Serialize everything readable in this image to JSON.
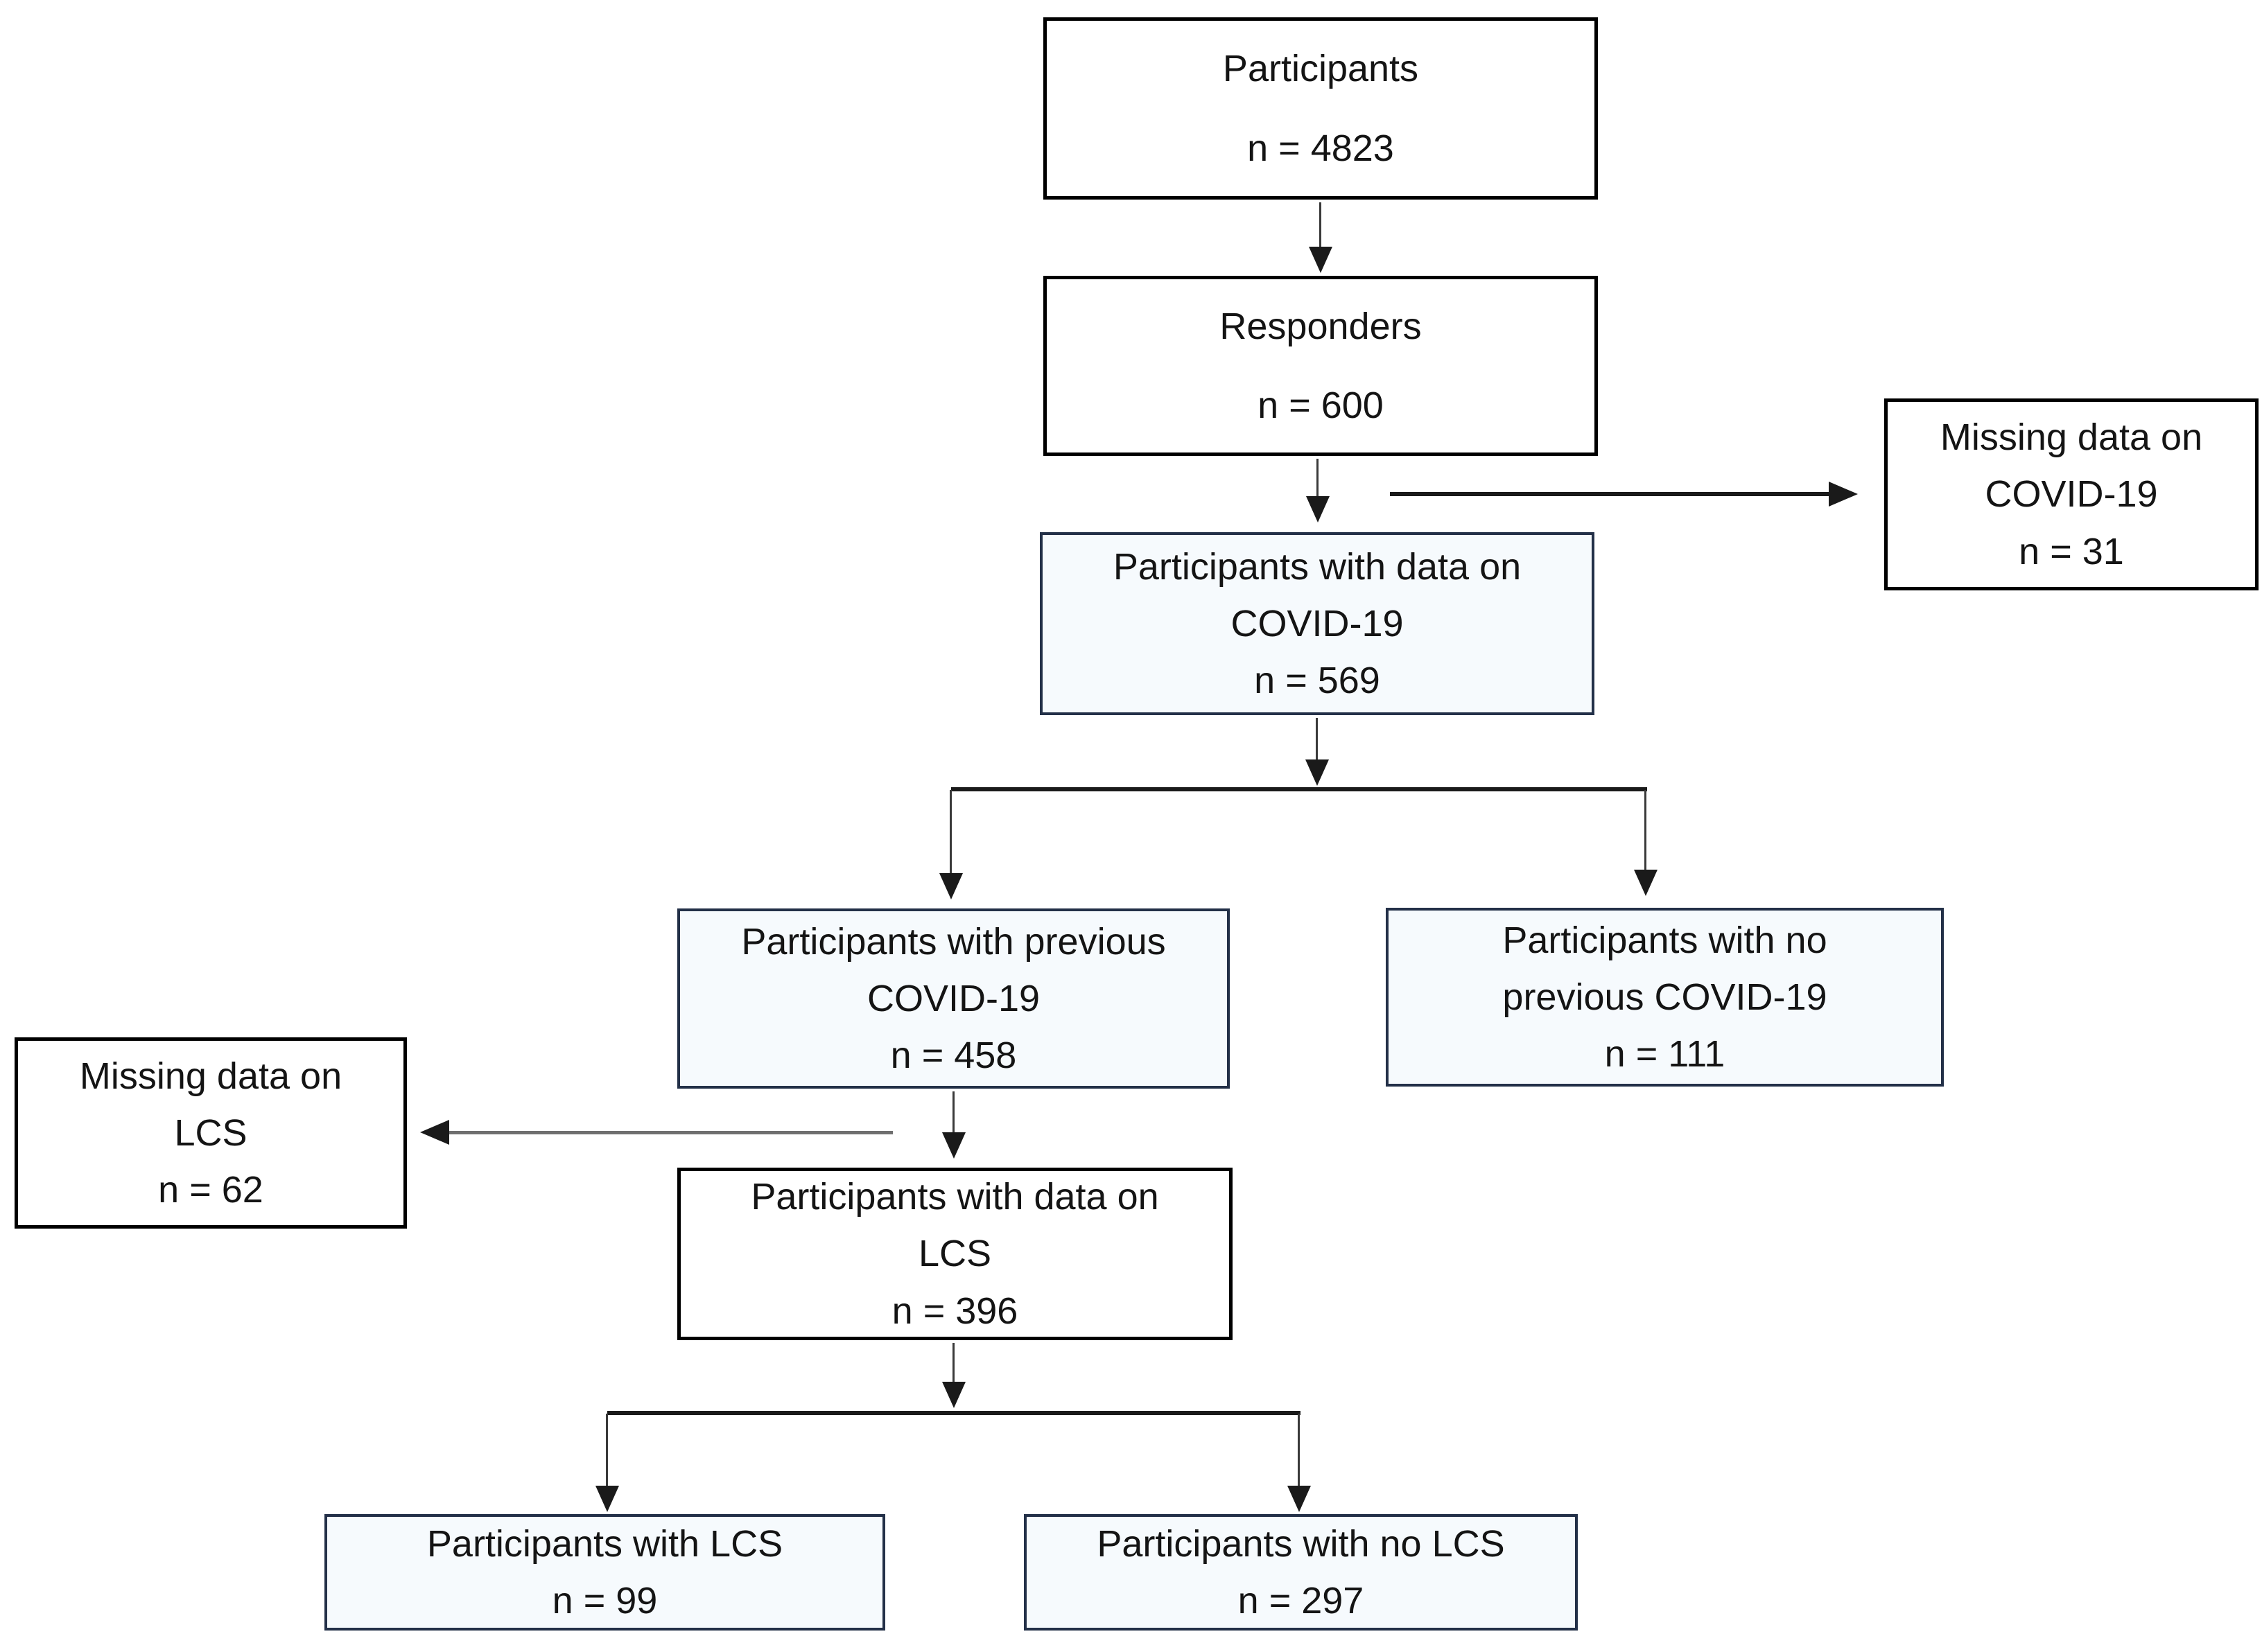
{
  "diagram": {
    "type": "flowchart",
    "background": "#ffffff",
    "colors": {
      "box_border_black": "#000000",
      "box_border_navy": "#233048",
      "box_fill_white": "#ffffff",
      "box_fill_light_blue": "#f6fafd",
      "arrow_black": "#1a1a1a",
      "arrow_gray": "#6f6f6f"
    },
    "boxes": {
      "participants": {
        "line1": "Participants",
        "line2": "n = 4823"
      },
      "responders": {
        "line1": "Responders",
        "line2": "n = 600"
      },
      "missing_covid": {
        "line1": "Missing data on",
        "line2": "COVID-19",
        "line3": "n = 31"
      },
      "data_covid": {
        "line1": "Participants with data on",
        "line2": "COVID-19",
        "line3": "n = 569"
      },
      "previous_covid": {
        "line1": "Participants with previous",
        "line2": "COVID-19",
        "line3": "n = 458"
      },
      "no_previous_covid": {
        "line1": "Participants with no",
        "line2": "previous COVID-19",
        "line3": "n = 111"
      },
      "missing_lcs": {
        "line1": "Missing data on",
        "line2": "LCS",
        "line3": "n = 62"
      },
      "data_lcs": {
        "line1": "Participants with data on",
        "line2": "LCS",
        "line3": "n = 396"
      },
      "lcs": {
        "line1": "Participants with LCS",
        "line2": "n = 99"
      },
      "no_lcs": {
        "line1": "Participants with no LCS",
        "line2": "n = 297"
      }
    },
    "edges": [
      {
        "from": "participants",
        "to": "responders"
      },
      {
        "from": "responders",
        "to": "data_covid"
      },
      {
        "from": "responders",
        "to": "missing_covid"
      },
      {
        "from": "data_covid",
        "to": "previous_covid"
      },
      {
        "from": "data_covid",
        "to": "no_previous_covid"
      },
      {
        "from": "previous_covid",
        "to": "data_lcs"
      },
      {
        "from": "previous_covid",
        "to": "missing_lcs"
      },
      {
        "from": "data_lcs",
        "to": "lcs"
      },
      {
        "from": "data_lcs",
        "to": "no_lcs"
      }
    ]
  }
}
